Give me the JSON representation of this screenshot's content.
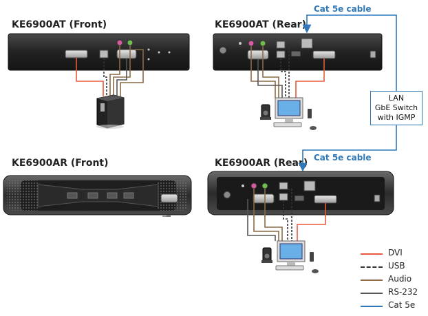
{
  "titles": {
    "tx_front": "KE6900AT (Front)",
    "tx_rear": "KE6900AT (Rear)",
    "rx_front": "KE6900AR (Front)",
    "rx_rear": "KE6900AR (Rear)"
  },
  "cables": {
    "top_label": "Cat 5e cable",
    "bottom_label": "Cat 5e cable"
  },
  "lan_switch": {
    "line1": "LAN",
    "line2": "GbE Switch",
    "line3": "with IGMP"
  },
  "legend": [
    {
      "label": "DVI",
      "color": "#e8593c",
      "style": "solid"
    },
    {
      "label": "USB",
      "color": "#333333",
      "style": "dashed"
    },
    {
      "label": "Audio",
      "color": "#8b6a45",
      "style": "solid"
    },
    {
      "label": "RS-232",
      "color": "#555555",
      "style": "solid"
    },
    {
      "label": "Cat 5e",
      "color": "#2f77b8",
      "style": "solid"
    }
  ],
  "colors": {
    "device_body": "#2a2a2a",
    "device_face": "#1a1a1a",
    "cat5e": "#2f77b8",
    "dvi": "#e8593c",
    "audio": "#8b6a45",
    "usb": "#333333",
    "rs232": "#555555"
  }
}
